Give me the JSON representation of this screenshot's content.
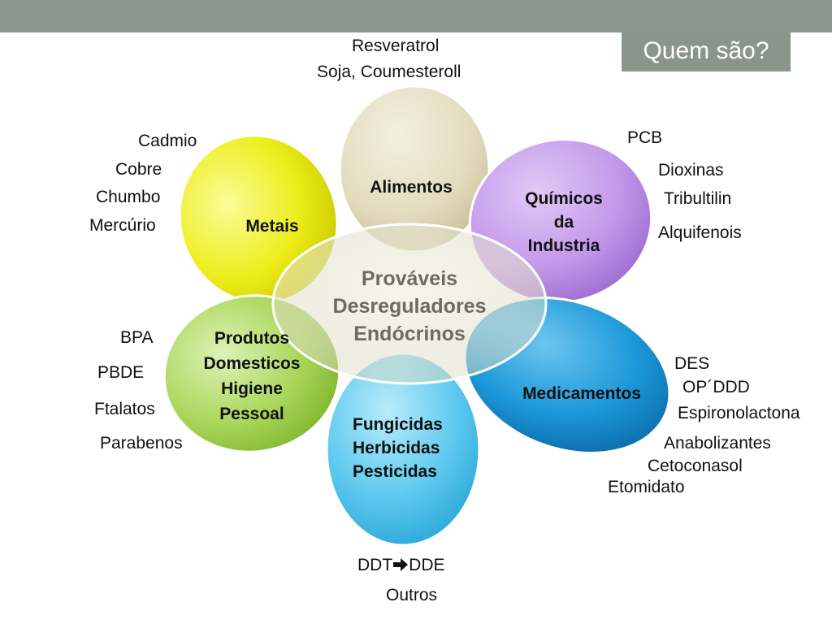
{
  "slide": {
    "title": "Quem são?"
  },
  "center": {
    "lines": [
      "Prováveis",
      "Desreguladores",
      "Endócrinos"
    ]
  },
  "petals": [
    {
      "label_lines": [
        "Alimentos"
      ],
      "color": "#e3dcbf",
      "items": [
        "Resveratrol",
        "Soja, Coumesteroll"
      ]
    },
    {
      "label_lines": [
        "Químicos",
        "da",
        "Industria"
      ],
      "color": "#c39be9",
      "items": [
        "PCB",
        "Dioxinas",
        "Tribultilin",
        "Alquifenois"
      ]
    },
    {
      "label_lines": [
        "Medicamentos"
      ],
      "color": "#1b98d8",
      "items": [
        "DES",
        "OP´DDD",
        "Espironolactona",
        "Anabolizantes",
        "Cetoconasol",
        "Etomidato"
      ]
    },
    {
      "label_lines": [
        "Fungicidas",
        "Herbicidas",
        "Pesticidas"
      ],
      "color": "#56c6ee",
      "items": [
        "DDT",
        "DDE",
        "Outros"
      ]
    },
    {
      "label_lines": [
        "Produtos",
        "Domesticos",
        "Higiene",
        "Pessoal"
      ],
      "color": "#a9d65a",
      "items": [
        "BPA",
        "PBDE",
        "Ftalatos",
        "Parabenos"
      ]
    },
    {
      "label_lines": [
        "Metais"
      ],
      "color": "#ecec10",
      "items": [
        "Cadmio",
        "Cobre",
        "Chumbo",
        "Mercúrio"
      ]
    }
  ],
  "icons": {
    "arrow": "right-arrow-icon"
  }
}
